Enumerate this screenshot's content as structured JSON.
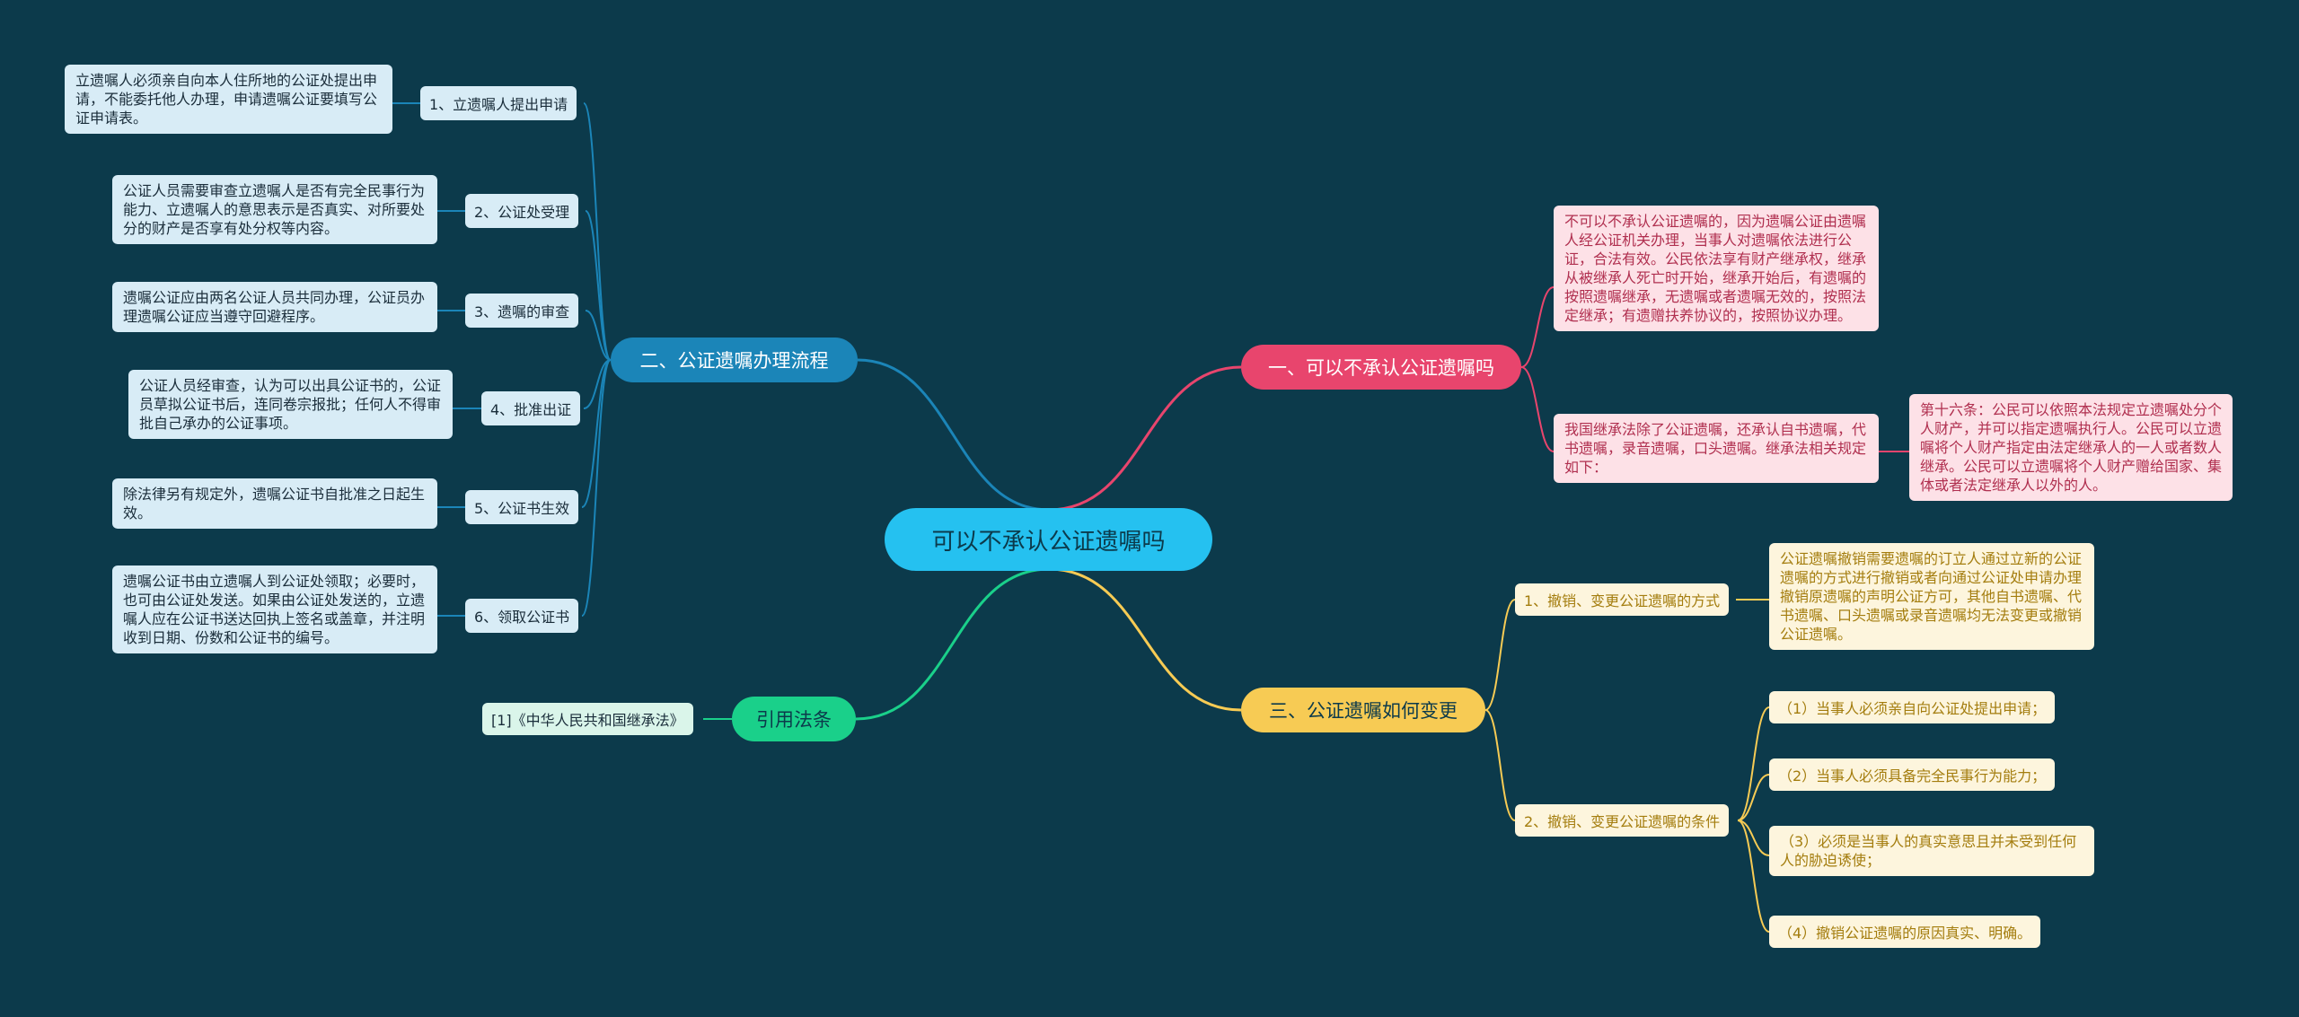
{
  "center": {
    "title": "可以不承认公证遗嘱吗"
  },
  "colors": {
    "background": "#0c3a4b",
    "center": "#25c1f0",
    "blue": "#1b85b8",
    "pink": "#e8456d",
    "yellow": "#f7cb54",
    "green": "#1ad08a"
  },
  "left_branch": {
    "title": "二、公证遗嘱办理流程",
    "items": [
      {
        "label": "1、立遗嘱人提出申请",
        "text": "立遗嘱人必须亲自向本人住所地的公证处提出申请，不能委托他人办理，申请遗嘱公证要填写公证申请表。"
      },
      {
        "label": "2、公证处受理",
        "text": "公证人员需要审查立遗嘱人是否有完全民事行为能力、立遗嘱人的意思表示是否真实、对所要处分的财产是否享有处分权等内容。"
      },
      {
        "label": "3、遗嘱的审查",
        "text": "遗嘱公证应由两名公证人员共同办理，公证员办理遗嘱公证应当遵守回避程序。"
      },
      {
        "label": "4、批准出证",
        "text": "公证人员经审查，认为可以出具公证书的，公证员草拟公证书后，连同卷宗报批；任何人不得审批自己承办的公证事项。"
      },
      {
        "label": "5、公证书生效",
        "text": "除法律另有规定外，遗嘱公证书自批准之日起生效。"
      },
      {
        "label": "6、领取公证书",
        "text": "遗嘱公证书由立遗嘱人到公证处领取；必要时，也可由公证处发送。如果由公证处发送的，立遗嘱人应在公证书送达回执上签名或盖章，并注明收到日期、份数和公证书的编号。"
      }
    ]
  },
  "pink_branch": {
    "title": "一、可以不承认公证遗嘱吗",
    "items": [
      {
        "text": "不可以不承认公证遗嘱的，因为遗嘱公证由遗嘱人经公证机关办理，当事人对遗嘱依法进行公证，合法有效。公民依法享有财产继承权，继承从被继承人死亡时开始，继承开始后，有遗嘱的按照遗嘱继承，无遗嘱或者遗嘱无效的，按照法定继承；有遗赠扶养协议的，按照协议办理。"
      },
      {
        "text": "我国继承法除了公证遗嘱，还承认自书遗嘱，代书遗嘱，录音遗嘱，口头遗嘱。继承法相关规定如下：",
        "child": "第十六条：公民可以依照本法规定立遗嘱处分个人财产，并可以指定遗嘱执行人。公民可以立遗嘱将个人财产指定由法定继承人的一人或者数人继承。公民可以立遗嘱将个人财产赠给国家、集体或者法定继承人以外的人。"
      }
    ]
  },
  "yellow_branch": {
    "title": "三、公证遗嘱如何变更",
    "sub1": {
      "label": "1、撤销、变更公证遗嘱的方式",
      "text": "公证遗嘱撤销需要遗嘱的订立人通过立新的公证遗嘱的方式进行撤销或者向通过公证处申请办理撤销原遗嘱的声明公证方可，其他自书遗嘱、代书遗嘱、口头遗嘱或录音遗嘱均无法变更或撤销公证遗嘱。"
    },
    "sub2": {
      "label": "2、撤销、变更公证遗嘱的条件",
      "items": [
        "（1）当事人必须亲自向公证处提出申请；",
        "（2）当事人必须具备完全民事行为能力；",
        "（3）必须是当事人的真实意思且并未受到任何人的胁迫诱使；",
        "（4）撤销公证遗嘱的原因真实、明确。"
      ]
    }
  },
  "green_branch": {
    "title": "引用法条",
    "items": [
      "[1]《中华人民共和国继承法》"
    ]
  }
}
